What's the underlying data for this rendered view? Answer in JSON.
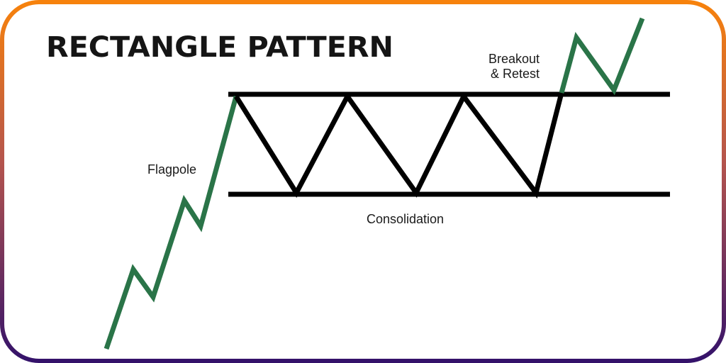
{
  "title": "RECTANGLE PATTERN",
  "labels": {
    "flagpole": "Flagpole",
    "consolidation": "Consolidation",
    "breakout_line1": "Breakout",
    "breakout_line2": "& Retest"
  },
  "colors": {
    "border_top": "#f7820c",
    "border_bottom": "#34126a",
    "uptrend": "#2a7448",
    "range": "#000000"
  }
}
